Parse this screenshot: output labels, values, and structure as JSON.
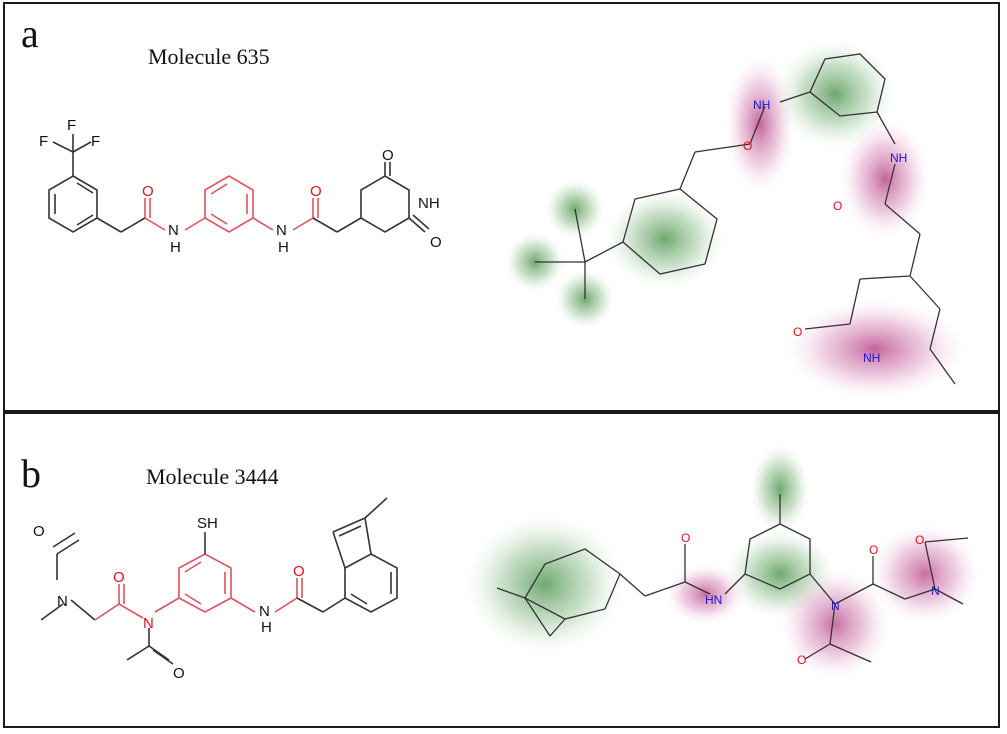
{
  "panels": [
    {
      "letter": "a",
      "title": "Molecule 635",
      "atoms": {
        "f1": "F",
        "f2": "F",
        "f3": "F",
        "o1": "O",
        "nh1_n": "N",
        "nh1_h": "H",
        "o2": "O",
        "nh2_n": "N",
        "nh2_h": "H",
        "o3": "O",
        "nh3": "NH",
        "o4": "O"
      },
      "map_atoms": {
        "nh1": "NH",
        "nh2": "NH",
        "o1": "O",
        "o2": "O",
        "nh3": "NH",
        "o3": "O"
      }
    },
    {
      "letter": "b",
      "title": "Molecule 3444",
      "atoms": {
        "sh": "SH",
        "o1": "O",
        "n1": "N",
        "o2": "O",
        "n2": "N",
        "o3": "O",
        "o4": "O",
        "nh_n": "N",
        "nh_h": "H"
      },
      "map_atoms": {
        "hn": "HN",
        "o1": "O",
        "n1": "N",
        "o2": "O",
        "o3": "O",
        "n2": "N",
        "o4": "O"
      }
    }
  ],
  "colors": {
    "core": "#e05060",
    "oxygen": "#e8101a",
    "nitrogen": "#1a1ad0",
    "bond": "#333333",
    "positive": "#3f8a3f",
    "negative": "#b0307a"
  }
}
